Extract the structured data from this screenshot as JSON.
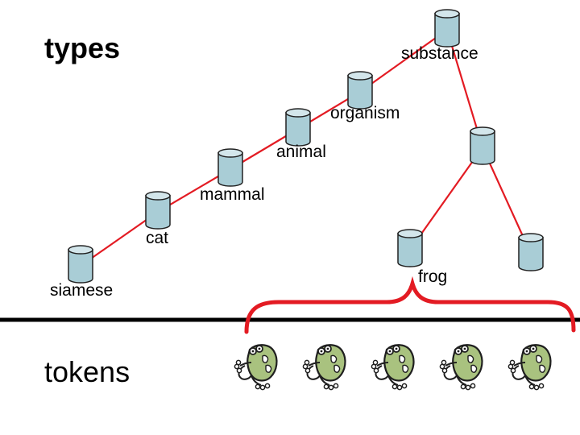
{
  "title_types": "types",
  "title_tokens": "tokens",
  "nodes": {
    "substance": "substance",
    "organism": "organism",
    "animal": "animal",
    "mammal": "mammal",
    "cat": "cat",
    "siamese": "siamese",
    "frog": "frog"
  },
  "unlabeled_node_count": 2,
  "token_count": 5,
  "token_icon": "frog-icon",
  "colors": {
    "edge": "#e31b23",
    "brace": "#e31b23",
    "node_fill": "#a9cdd6",
    "node_top": "#d3e6eb",
    "divider": "#000000",
    "frog_body": "#a9c27f"
  }
}
